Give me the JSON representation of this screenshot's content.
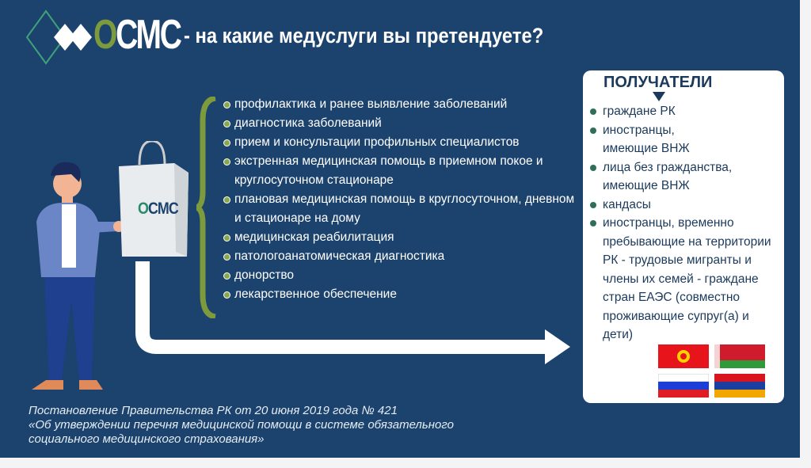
{
  "header": {
    "logo_text": "ОСМС",
    "title": "- на какие медуслуги вы претендуете?"
  },
  "bag": {
    "label": "ОСМС"
  },
  "services": [
    "профилактика и ранее выявление заболеваний",
    "диагностика заболеваний",
    "прием и консультации профильных специалистов",
    "экстренная медицинская помощь в приемном покое и круглосуточном стационаре",
    "плановая медицинская помощь в круглосуточном, дневном и стационаре на дому",
    "медицинская реабилитация",
    "патологоанатомическая диагностика",
    "донорство",
    "лекарственное обеспечение"
  ],
  "recipients": {
    "title": "ПОЛУЧАТЕЛИ",
    "items": [
      "граждане РК",
      "иностранцы, имеющие ВНЖ",
      "лица без гражданства, имеющие ВНЖ",
      "кандасы",
      "иностранцы, временно пребывающие на территории РК - трудовые мигранты и члены их семей - граждане стран ЕАЭС (совместно проживающие супруг(а) и дети)"
    ],
    "flags": [
      "kyrgyzstan-flag",
      "belarus-flag",
      "russia-flag",
      "armenia-flag"
    ]
  },
  "footer": {
    "line1": "Постановление Правительства РК от 20 июня 2019 года № 421",
    "line2": "«Об утверждении перечня медицинской помощи в системе обязательного",
    "line3": "социального медицинского страхования»"
  }
}
